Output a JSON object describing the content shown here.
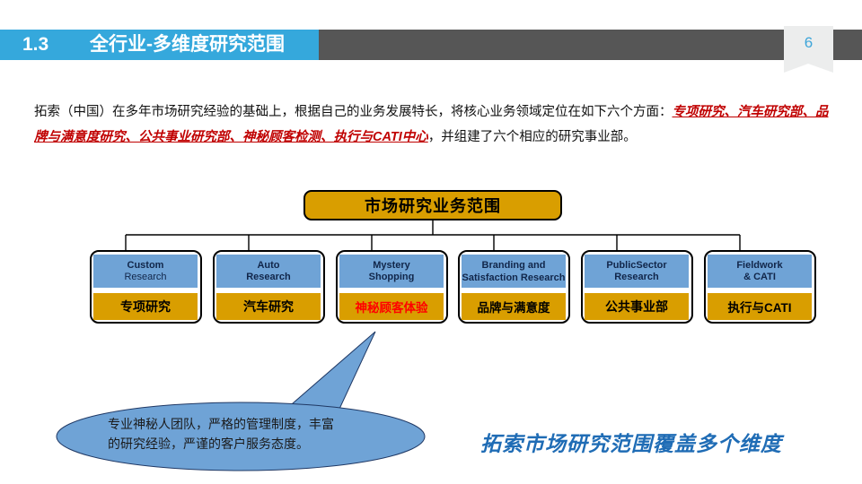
{
  "header": {
    "number": "1.3",
    "title": "全行业-多维度研究范围",
    "page_number": "6",
    "accent_blue": "#35a8dc",
    "bar_gray": "#565656",
    "badge_bg": "#eceded"
  },
  "body": {
    "text_part1": "拓索（中国）在多年市场研究经验的基础上，根据自己的业务发展特长，将核心业务领域定位在如下六个方面：",
    "text_highlight": "专项研究、汽车研究部、品牌与满意度研究、公共事业研究部、神秘顾客检测、执行与CATI中心",
    "text_part2": "，并组建了六个相应的研究事业部。",
    "highlight_color": "#c00000"
  },
  "chart": {
    "root_label": "市场研究业务范围",
    "root_fill": "#d99e00",
    "node_en_fill": "#6fa3d6",
    "node_cn_fill": "#d99e00",
    "nodes": [
      {
        "en_bold": "Custom",
        "en_thin": "Research",
        "cn": "专项研究",
        "cn_color": "#000000"
      },
      {
        "en_bold": "Auto",
        "en_thin": "Research",
        "cn": "汽车研究",
        "cn_color": "#000000"
      },
      {
        "en_bold": "Mystery",
        "en_thin": "Shopping",
        "cn": "神秘顾客体验",
        "cn_color": "#ff0000"
      },
      {
        "en_bold": "Branding and",
        "en_thin": "Satisfaction Research",
        "cn": "品牌与满意度",
        "cn_color": "#000000"
      },
      {
        "en_bold": "PublicSector",
        "en_thin": "Research",
        "cn": "公共事业部",
        "cn_color": "#000000"
      },
      {
        "en_bold": "Fieldwork",
        "en_thin": "& CATI",
        "cn": "执行与CATI",
        "cn_color": "#000000"
      }
    ]
  },
  "callout": {
    "line1": "专业神秘人团队，严格的管理制度，丰富",
    "line2": "的研究经验，严谨的客户服务态度。",
    "fill": "#6fa3d6",
    "stroke": "#1f3864"
  },
  "tagline": {
    "text": "拓索市场研究范围覆盖多个维度",
    "color": "#1f6cb5"
  }
}
